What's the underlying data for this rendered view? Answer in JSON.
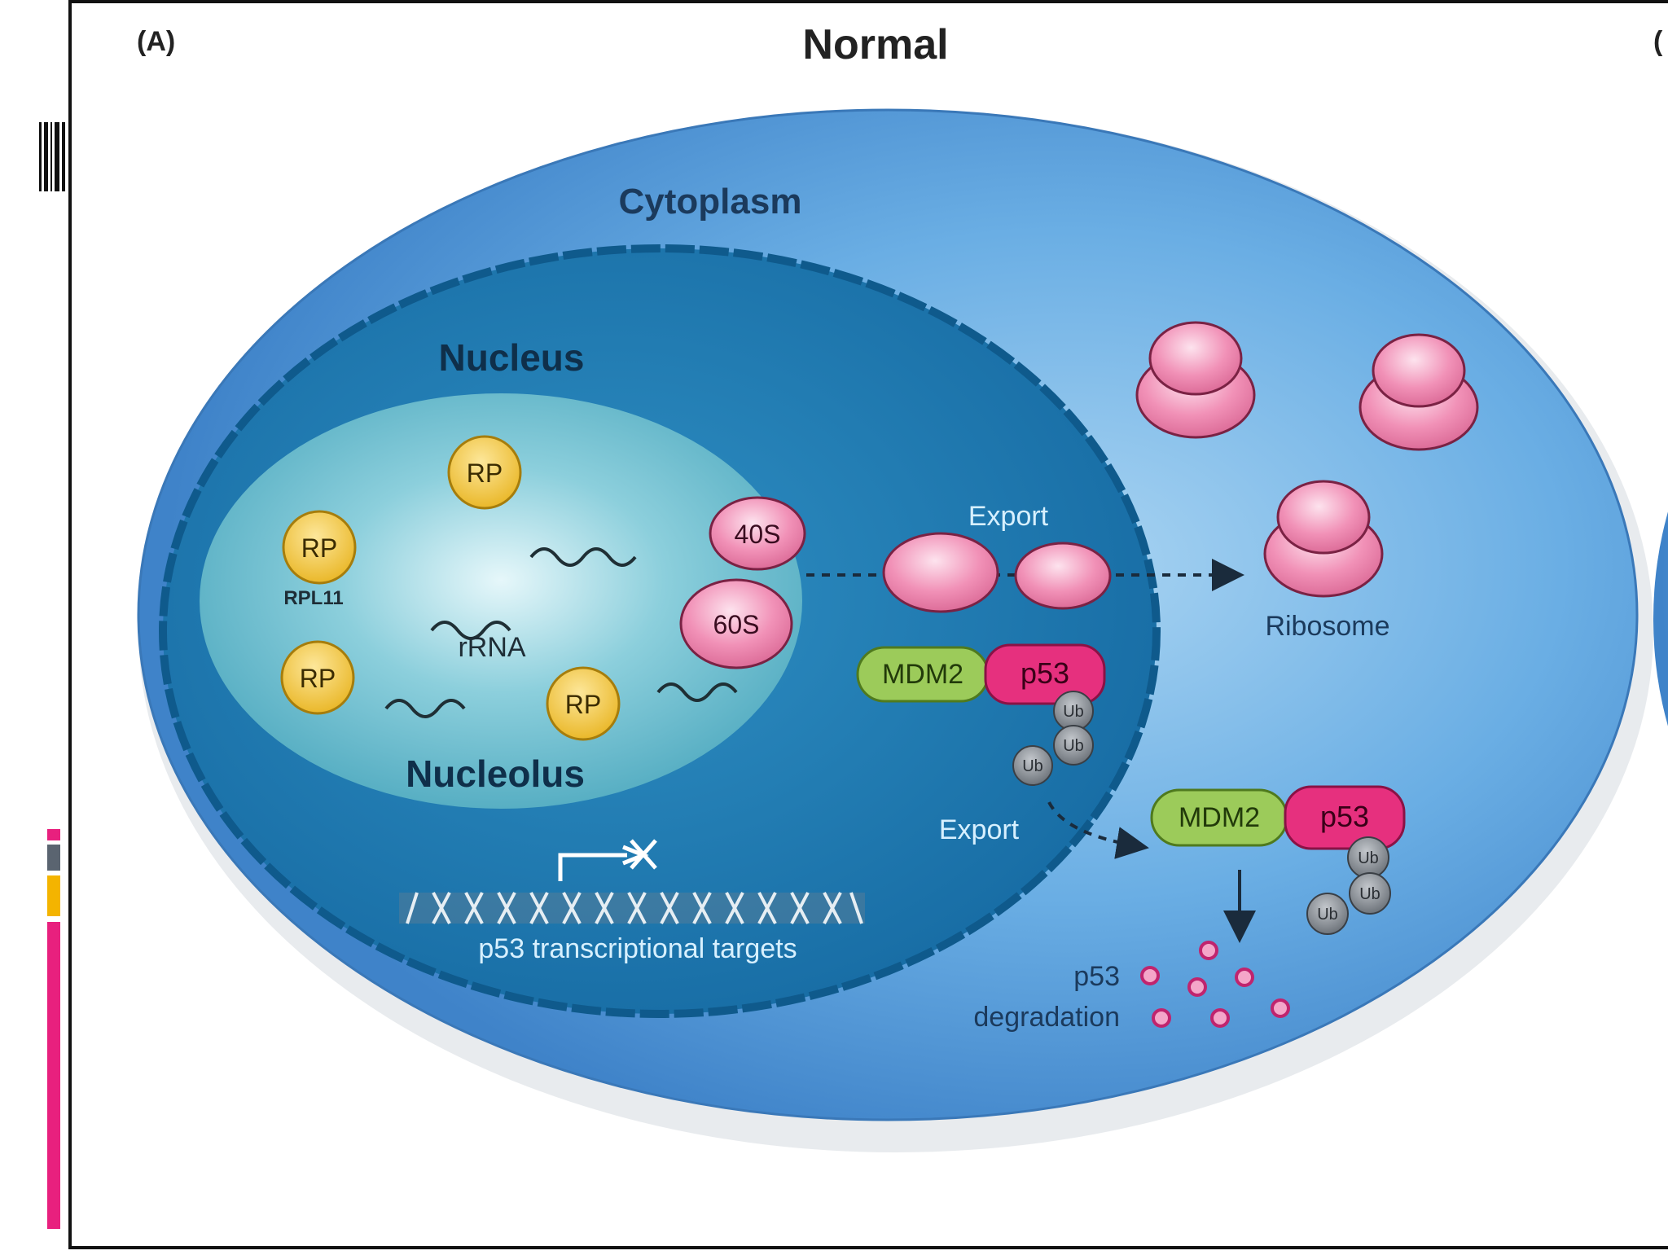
{
  "panel": {
    "label": "(A)",
    "title": "Normal",
    "next_panel_label_fragment": "("
  },
  "compartments": {
    "cytoplasm": "Cytoplasm",
    "nucleus": "Nucleus",
    "nucleolus": "Nucleolus"
  },
  "nucleolus_labels": {
    "rp": "RP",
    "rpl11": "RPL11",
    "rrna": "rRNA",
    "subunit_40s": "40S",
    "subunit_60s": "60S"
  },
  "proteins": {
    "mdm2": "MDM2",
    "p53": "p53",
    "ub": "Ub"
  },
  "arrows": {
    "export_top": "Export",
    "export_bottom": "Export"
  },
  "labels": {
    "ribosome": "Ribosome",
    "p53_targets": "p53 transcriptional targets",
    "p53_degradation_line1": "p53",
    "p53_degradation_line2": "degradation"
  },
  "colors": {
    "cytoplasm": "#4a90d6",
    "nucleus": "#1e78b0",
    "nucleolus": "#5fb8c9",
    "rp_fill": "#f3c93c",
    "ribosome_fill": "#ef8fb3",
    "mdm2_fill": "#9ccb5a",
    "p53_fill": "#e6307e",
    "ub_fill": "#8a8f96",
    "side_pink": "#e8207e",
    "side_yellow": "#f4b400",
    "side_gray": "#5a6470"
  }
}
